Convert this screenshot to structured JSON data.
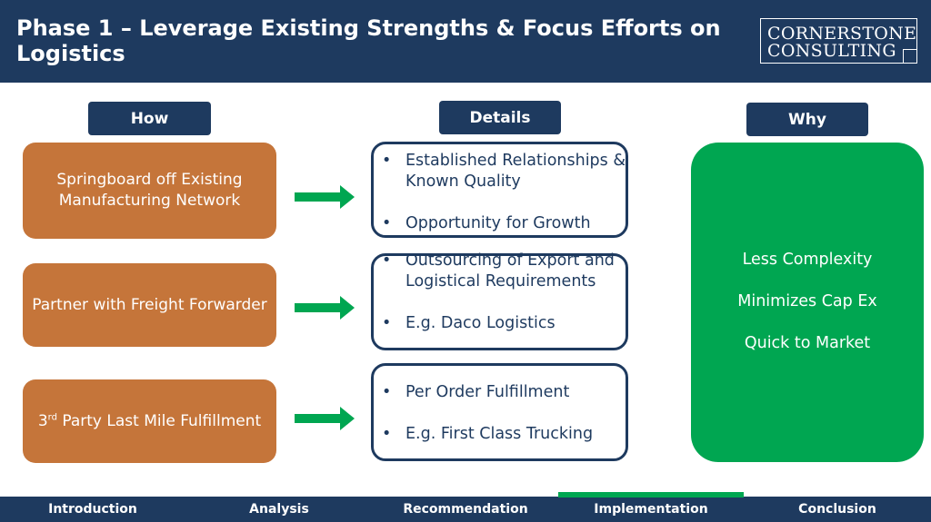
{
  "slide": {
    "title": "Phase 1 – Leverage Existing Strengths & Focus Efforts on Logistics",
    "logo": {
      "line1": "CORNERSTONE",
      "line2": "CONSULTING"
    }
  },
  "columns": {
    "how": "How",
    "details": "Details",
    "why": "Why"
  },
  "rows": [
    {
      "how": "Springboard off Existing Manufacturing Network",
      "details": [
        "Established Relationships & Known Quality",
        "Opportunity for Growth"
      ]
    },
    {
      "how": "Partner with Freight Forwarder",
      "details": [
        "Outsourcing of Export and Logistical Requirements",
        "E.g. Daco Logistics"
      ]
    },
    {
      "how_prefix": "3",
      "how_sup": "rd",
      "how_suffix": " Party Last Mile Fulfillment",
      "details": [
        "Per Order Fulfillment",
        "E.g. First Class Trucking"
      ]
    }
  ],
  "why": [
    "Less Complexity",
    "Minimizes Cap Ex",
    "Quick to Market"
  ],
  "nav": {
    "items": [
      "Introduction",
      "Analysis",
      "Recommendation",
      "Implementation",
      "Conclusion"
    ],
    "active_index": 3
  },
  "colors": {
    "navy": "#1e3a5f",
    "orange": "#c5753a",
    "green": "#00a651"
  },
  "icons": {
    "arrow": "right-arrow-icon"
  }
}
